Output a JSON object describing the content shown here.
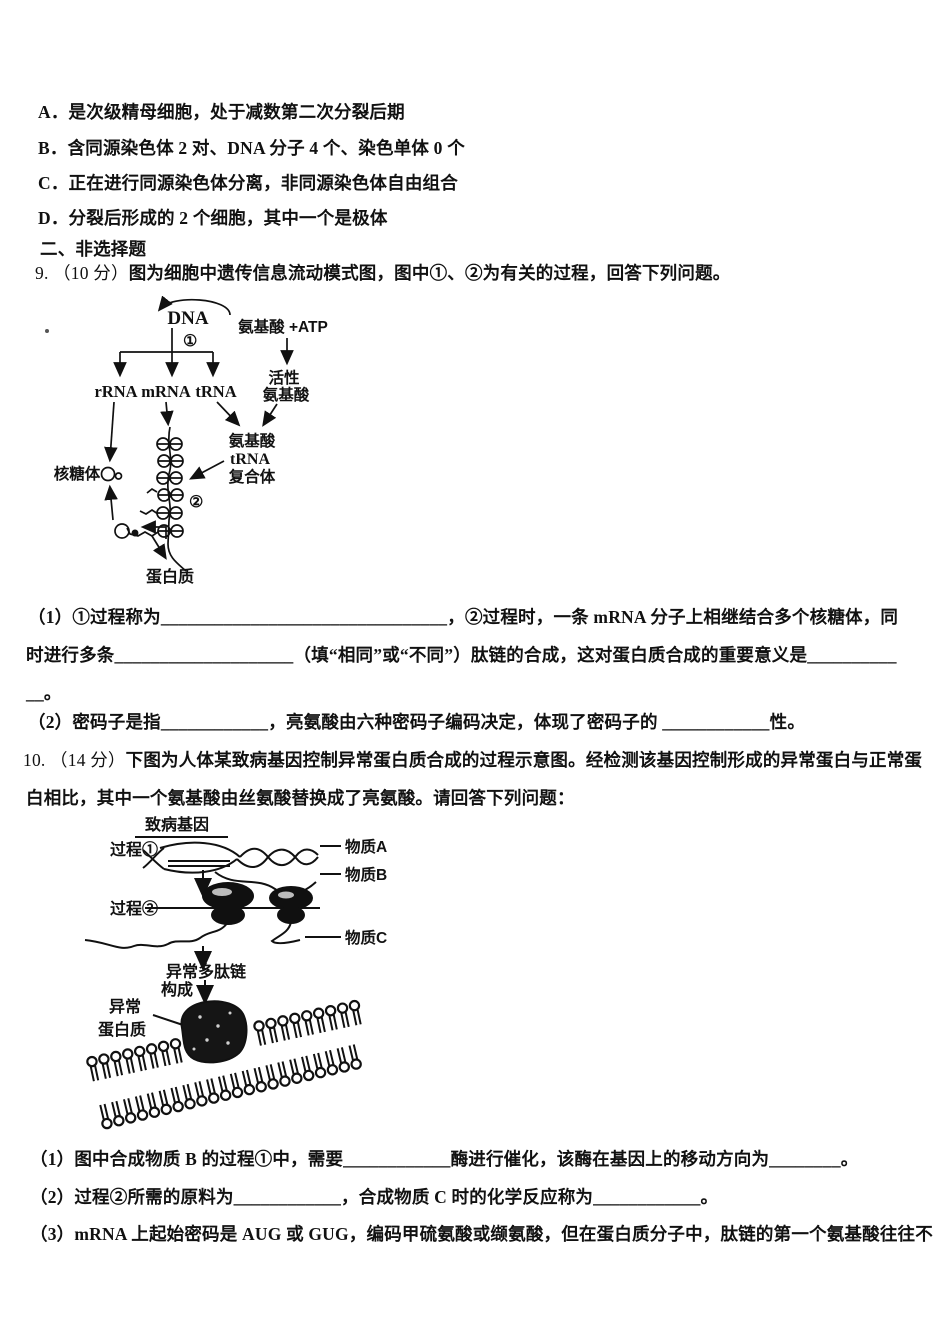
{
  "exam": {
    "options": [
      "A．是次级精母细胞，处于减数第二次分裂后期",
      "B．含同源染色体 2 对、DNA 分子 4 个、染色单体 0 个",
      "C．正在进行同源染色体分离，非同源染色体自由组合",
      "D．分裂后形成的 2 个细胞，其中一个是极体"
    ],
    "section_title": "二、非选择题",
    "q9": {
      "num": "9. （10 分）",
      "stem": "图为细胞中遗传信息流动模式图，图中①、②为有关的过程，回答下列问题。",
      "sub1": "（1）①过程称为________________________________，②过程时，一条 mRNA 分子上相继结合多个核糖体，同",
      "sub2": "时进行多条____________________（填“相同”或“不同”）肽链的合成，这对蛋白质合成的重要意义是__________",
      "sub3": "__。",
      "sub4": "（2）密码子是指____________，亮氨酸由六种密码子编码决定，体现了密码子的 ____________性。"
    },
    "q10": {
      "num": "10. （14 分）",
      "stem1": "下图为人体某致病基因控制异常蛋白质合成的过程示意图。经检测该基因控制形成的异常蛋白与正常蛋",
      "stem2": "白相比，其中一个氨基酸由丝氨酸替换成了亮氨酸。请回答下列问题：",
      "sub1": "（1）图中合成物质 B 的过程①中，需要____________酶进行催化，该酶在基因上的移动方向为________。",
      "sub2": "（2）过程②所需的原料为____________，合成物质 C 时的化学反应称为____________。",
      "sub3": "（3）mRNA 上起始密码是 AUG 或 GUG，编码甲硫氨酸或缬氨酸，但在蛋白质分子中，肽链的第一个氨基酸往往不"
    },
    "diagram1": {
      "dna": "DNA",
      "step1": "①",
      "rrna": "rRNA",
      "mrna": "mRNA",
      "trna": "tRNA",
      "aa_atp": "氨基酸 +ATP",
      "active1": "活性",
      "active2": "氨基酸",
      "complex1": "氨基酸",
      "complex2": "tRNA",
      "complex3": "复合体",
      "ribosome": "核糖体",
      "step2": "②",
      "protein": "蛋白质"
    },
    "diagram2": {
      "gene": "致病基因",
      "proc1": "过程①",
      "proc2": "过程②",
      "matA": "物质A",
      "matB": "物质B",
      "matC": "物质C",
      "abnormal_chain": "异常多肽链",
      "compose": "构成",
      "abnormal1": "异常",
      "abnormal2": "蛋白质"
    }
  }
}
